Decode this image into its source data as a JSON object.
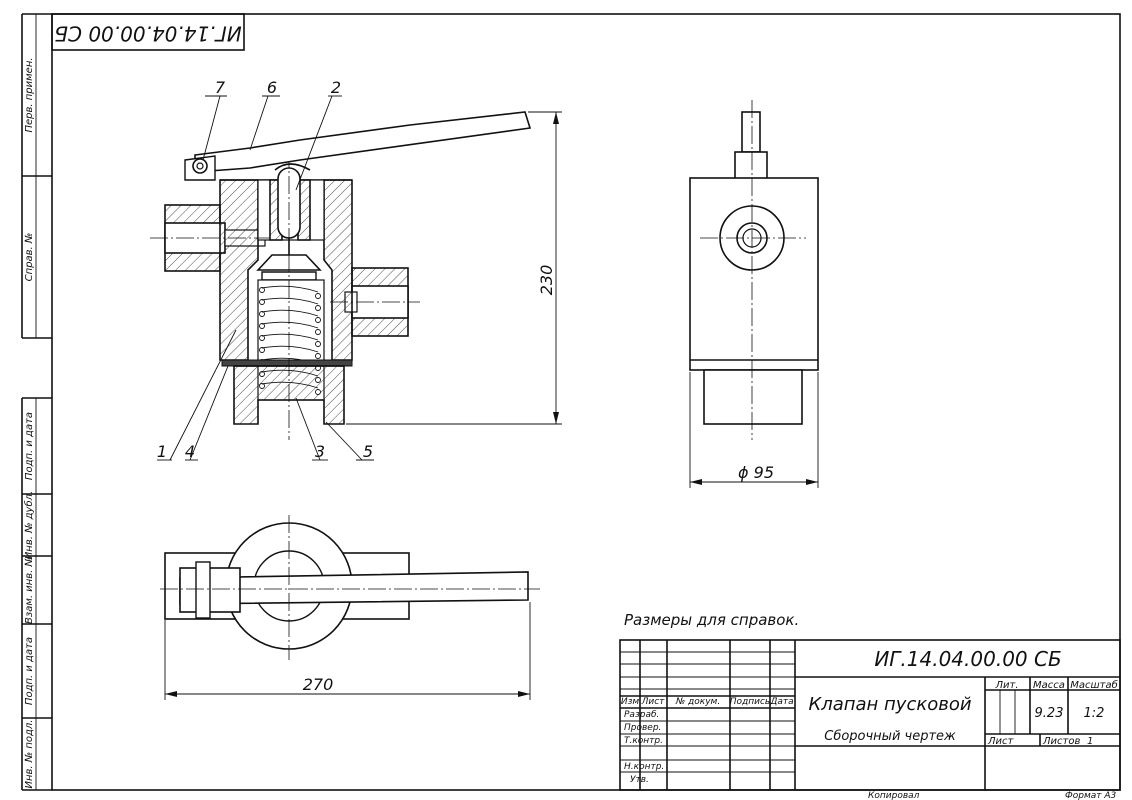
{
  "rotated_code": "ИГ.14.04.00.00 СБ",
  "side_labels": [
    "Перв. примен.",
    "Справ. №",
    "Подп. и дата",
    "Инв. № дубл.",
    "Взам. инв. №",
    "Подп. и дата",
    "Инв. № подл."
  ],
  "leaders": [
    "1",
    "4",
    "3",
    "5",
    "7",
    "6",
    "2"
  ],
  "dimensions": {
    "height": "230",
    "diameter": "ϕ 95",
    "width": "270"
  },
  "note": "Размеры для справок.",
  "title_block": {
    "code": "ИГ.14.04.00.00 СБ",
    "title": "Клапан пусковой",
    "subtitle": "Сборочный чертеж",
    "lit_label": "Лит.",
    "mass_label": "Масса",
    "scale_label": "Масштаб",
    "mass": "9.23",
    "scale": "1:2",
    "sheet_label": "Лист",
    "sheets_label": "Листов",
    "sheets": "1",
    "header_cols": [
      "Изм",
      "Лист",
      "№ докум.",
      "Подпись",
      "Дата"
    ],
    "rows": [
      "Разраб.",
      "Провер.",
      "Т.контр.",
      "Н.контр.",
      "Утв."
    ],
    "copied": "Копировал",
    "format": "Формат А3"
  }
}
